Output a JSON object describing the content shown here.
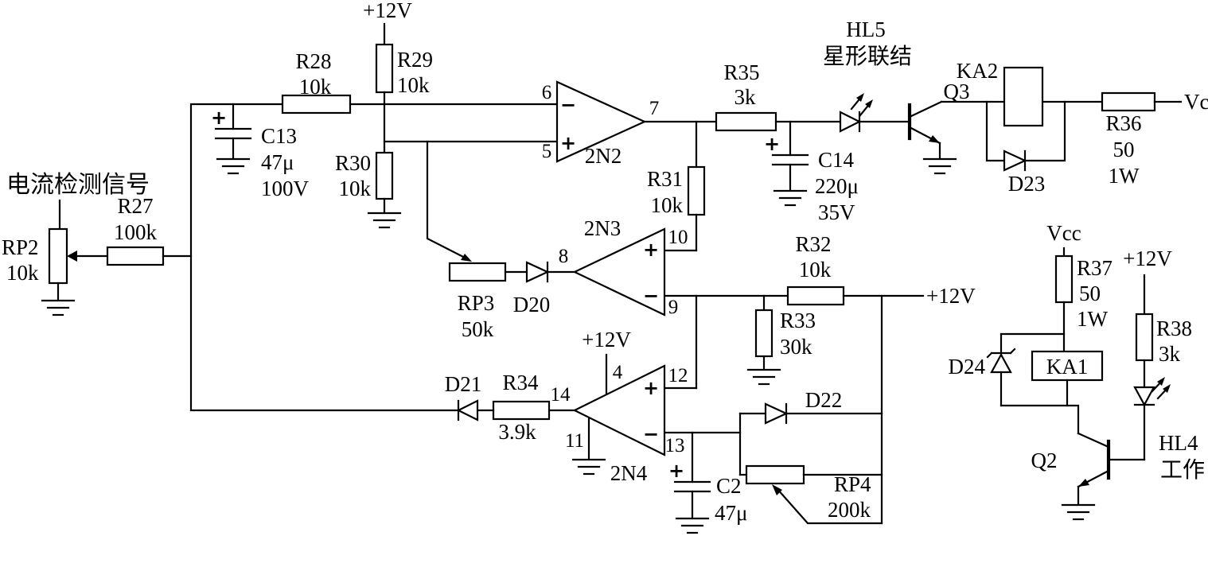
{
  "power": {
    "v12": "+12V",
    "vcc": "Vcc"
  },
  "signal_label": "电流检测信号",
  "symbols": {
    "plus": "+",
    "minus": "−"
  },
  "opamps": {
    "U1": {
      "name": "2N2",
      "pins": {
        "inv": "6",
        "non": "5",
        "out": "7"
      }
    },
    "U2": {
      "name": "2N3",
      "pins": {
        "non": "10",
        "inv": "9",
        "out": "8"
      }
    },
    "U3": {
      "name": "2N4",
      "pins": {
        "non": "12",
        "inv": "13",
        "out": "14",
        "vplus": "4",
        "vminus": "11"
      }
    }
  },
  "components": {
    "R27": {
      "ref": "R27",
      "val": "100k"
    },
    "R28": {
      "ref": "R28",
      "val": "10k"
    },
    "R29": {
      "ref": "R29",
      "val": "10k"
    },
    "R30": {
      "ref": "R30",
      "val": "10k"
    },
    "R31": {
      "ref": "R31",
      "val": "10k"
    },
    "R32": {
      "ref": "R32",
      "val": "10k"
    },
    "R33": {
      "ref": "R33",
      "val": "30k"
    },
    "R34": {
      "ref": "R34",
      "val": "3.9k"
    },
    "R35": {
      "ref": "R35",
      "val": "3k"
    },
    "R36": {
      "ref": "R36",
      "val": "50",
      "watt": "1W"
    },
    "R37": {
      "ref": "R37",
      "val": "50",
      "watt": "1W"
    },
    "R38": {
      "ref": "R38",
      "val": "3k"
    },
    "RP2": {
      "ref": "RP2",
      "val": "10k"
    },
    "RP3": {
      "ref": "RP3",
      "val": "50k"
    },
    "RP4": {
      "ref": "RP4",
      "val": "200k"
    },
    "C13": {
      "ref": "C13",
      "val": "47μ",
      "volt": "100V"
    },
    "C14": {
      "ref": "C14",
      "val": "220μ",
      "volt": "35V"
    },
    "C2": {
      "ref": "C2",
      "val": "47μ"
    },
    "D20": {
      "ref": "D20"
    },
    "D21": {
      "ref": "D21"
    },
    "D22": {
      "ref": "D22"
    },
    "D23": {
      "ref": "D23"
    },
    "D24": {
      "ref": "D24"
    },
    "Q2": {
      "ref": "Q2"
    },
    "Q3": {
      "ref": "Q3"
    },
    "KA1": {
      "ref": "KA1"
    },
    "KA2": {
      "ref": "KA2"
    },
    "HL5": {
      "ref": "HL5",
      "note": "星形联结"
    },
    "HL4": {
      "ref": "HL4",
      "note": "工作"
    }
  }
}
